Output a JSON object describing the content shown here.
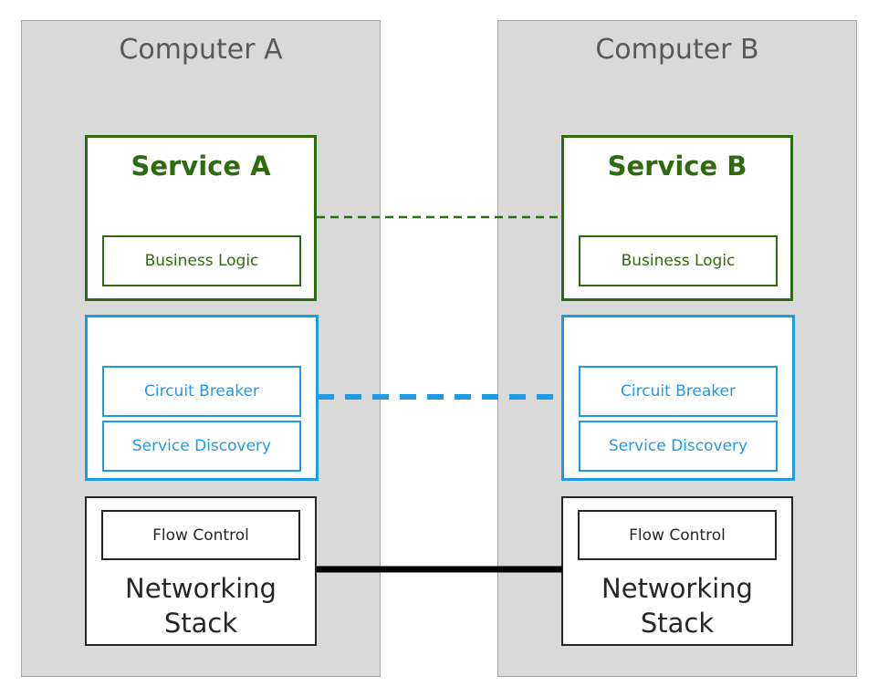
{
  "computers": [
    {
      "title": "Computer A",
      "service": {
        "title": "Service A",
        "component": "Business Logic"
      },
      "resilience": {
        "circuit_breaker": "Circuit Breaker",
        "service_discovery": "Service Discovery"
      },
      "network": {
        "component": "Flow Control",
        "title": "Networking Stack"
      }
    },
    {
      "title": "Computer B",
      "service": {
        "title": "Service B",
        "component": "Business Logic"
      },
      "resilience": {
        "circuit_breaker": "Circuit Breaker",
        "service_discovery": "Service Discovery"
      },
      "network": {
        "component": "Flow Control",
        "title": "Networking Stack"
      }
    }
  ],
  "colors": {
    "service": "#2e6b0f",
    "resilience": "#1f9be6",
    "network": "#262626",
    "computer_bg": "#d9d9d9"
  }
}
